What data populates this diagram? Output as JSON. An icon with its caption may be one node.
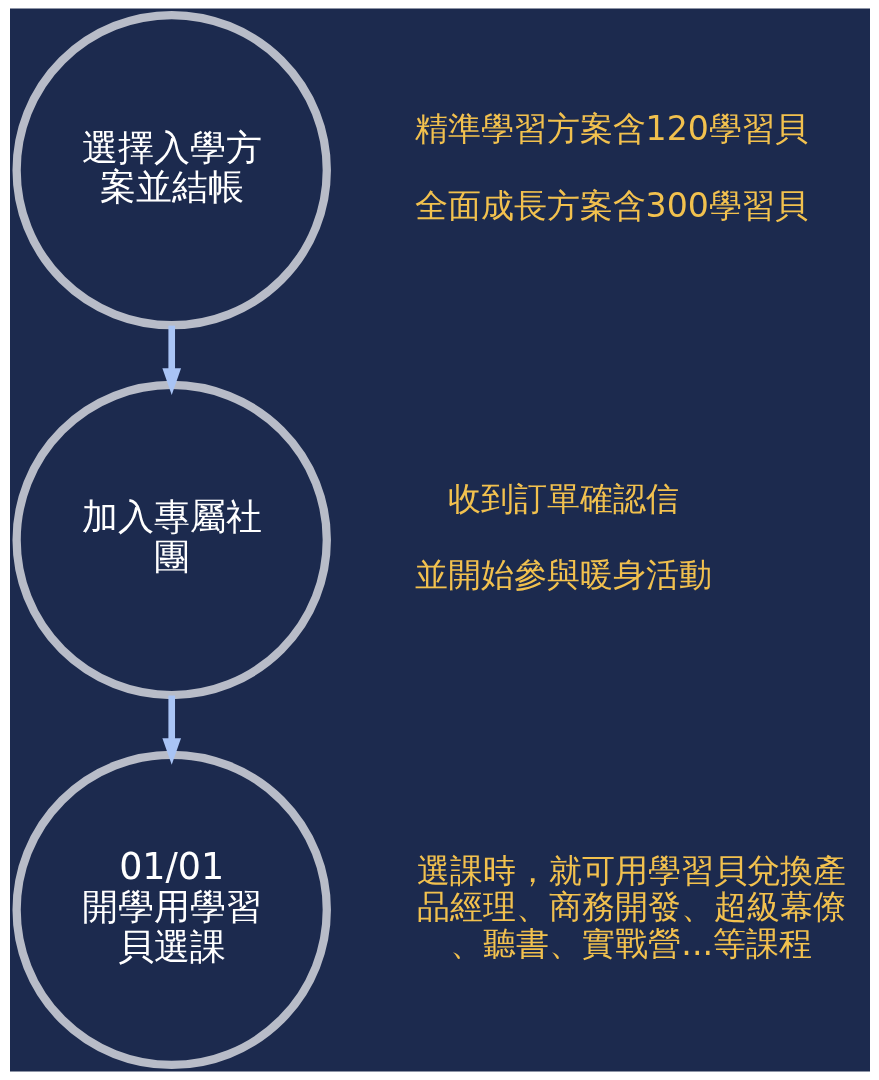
{
  "diagram": {
    "nodes": [
      {
        "text": [
          "選擇入學方案並結帳"
        ],
        "beside": [
          "精準學習方案含120學習貝",
          "全面成長方案含300學習貝"
        ]
      },
      {
        "text": [
          "加入專屬社團"
        ],
        "beside": [
          "收到訂單確認信",
          "並開始參與暖身活動"
        ]
      },
      {
        "text": [
          "01/01開學用學習貝選課"
        ],
        "beside": [
          "選課時，就可用學習貝兌換產品經理、商務開發、超級幕僚、聽書、實戰營...等課程"
        ]
      }
    ],
    "edges": [
      {
        "from": 0,
        "to": 1,
        "arrow": "to"
      },
      {
        "from": 1,
        "to": 2,
        "arrow": "to"
      }
    ]
  }
}
